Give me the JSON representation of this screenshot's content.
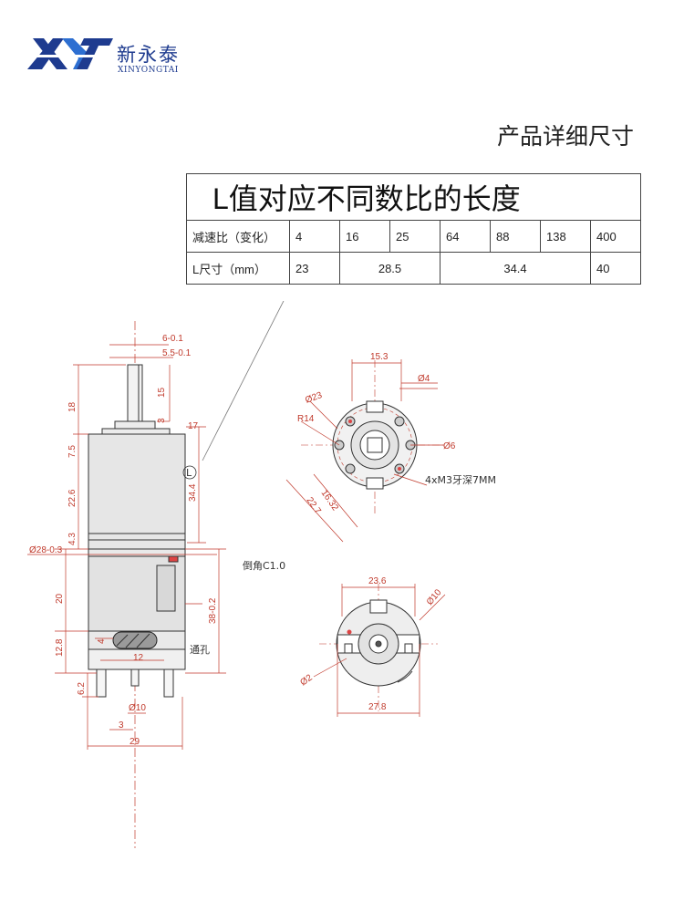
{
  "brand": {
    "name_cn": "新永泰",
    "name_en": "XINYONGTAI",
    "logo_letters": "XYT",
    "color": "#1e3b8f"
  },
  "section_title": "产品详细尺寸",
  "spec_table": {
    "title": "L值对应不同数比的长度",
    "ratio_label": "减速比（变化）",
    "ratios": [
      "4",
      "16",
      "25",
      "64",
      "88",
      "138",
      "400"
    ],
    "length_label": "L尺寸（mm）",
    "lengths": [
      "23",
      "28.5",
      "34.4",
      "40"
    ]
  },
  "side_view": {
    "dims": {
      "shaft_d1": "6-0.1",
      "shaft_d2": "5.5-0.1",
      "shaft_len": "18",
      "flat_len": "15",
      "step": "3",
      "collar": "17",
      "collar_h": "7.5",
      "gearbox_l": "34.4",
      "l_marker": "L",
      "housing_h": "22.6",
      "ring_h": "4.3",
      "body_d": "Ø28-0.3",
      "chamfer": "倒角C1.0",
      "motor_h": "20",
      "motor_total": "38-0.2",
      "vent_w": "12",
      "vent_h": "4",
      "base_h": "12.8",
      "vent_label": "通孔",
      "terminal_h": "6.2",
      "shaft_tail_d": "Ø10",
      "terminal_w": "3",
      "total_w": "29"
    }
  },
  "front_view": {
    "dims": {
      "width": "15.3",
      "hole_d": "Ø4",
      "outer_d": "Ø23",
      "radius": "R14",
      "center_d": "Ø6",
      "screw_note": "4xM3牙深7MM",
      "pitch1": "16.32",
      "pitch2": "22.7"
    }
  },
  "rear_view": {
    "dims": {
      "width": "23.6",
      "boss_d": "Ø10",
      "pin_d": "Ø2",
      "total_w": "27.8"
    }
  },
  "colors": {
    "dimension": "#c0392b",
    "outline": "#333333",
    "fill_grey": "#e6e6e6"
  }
}
